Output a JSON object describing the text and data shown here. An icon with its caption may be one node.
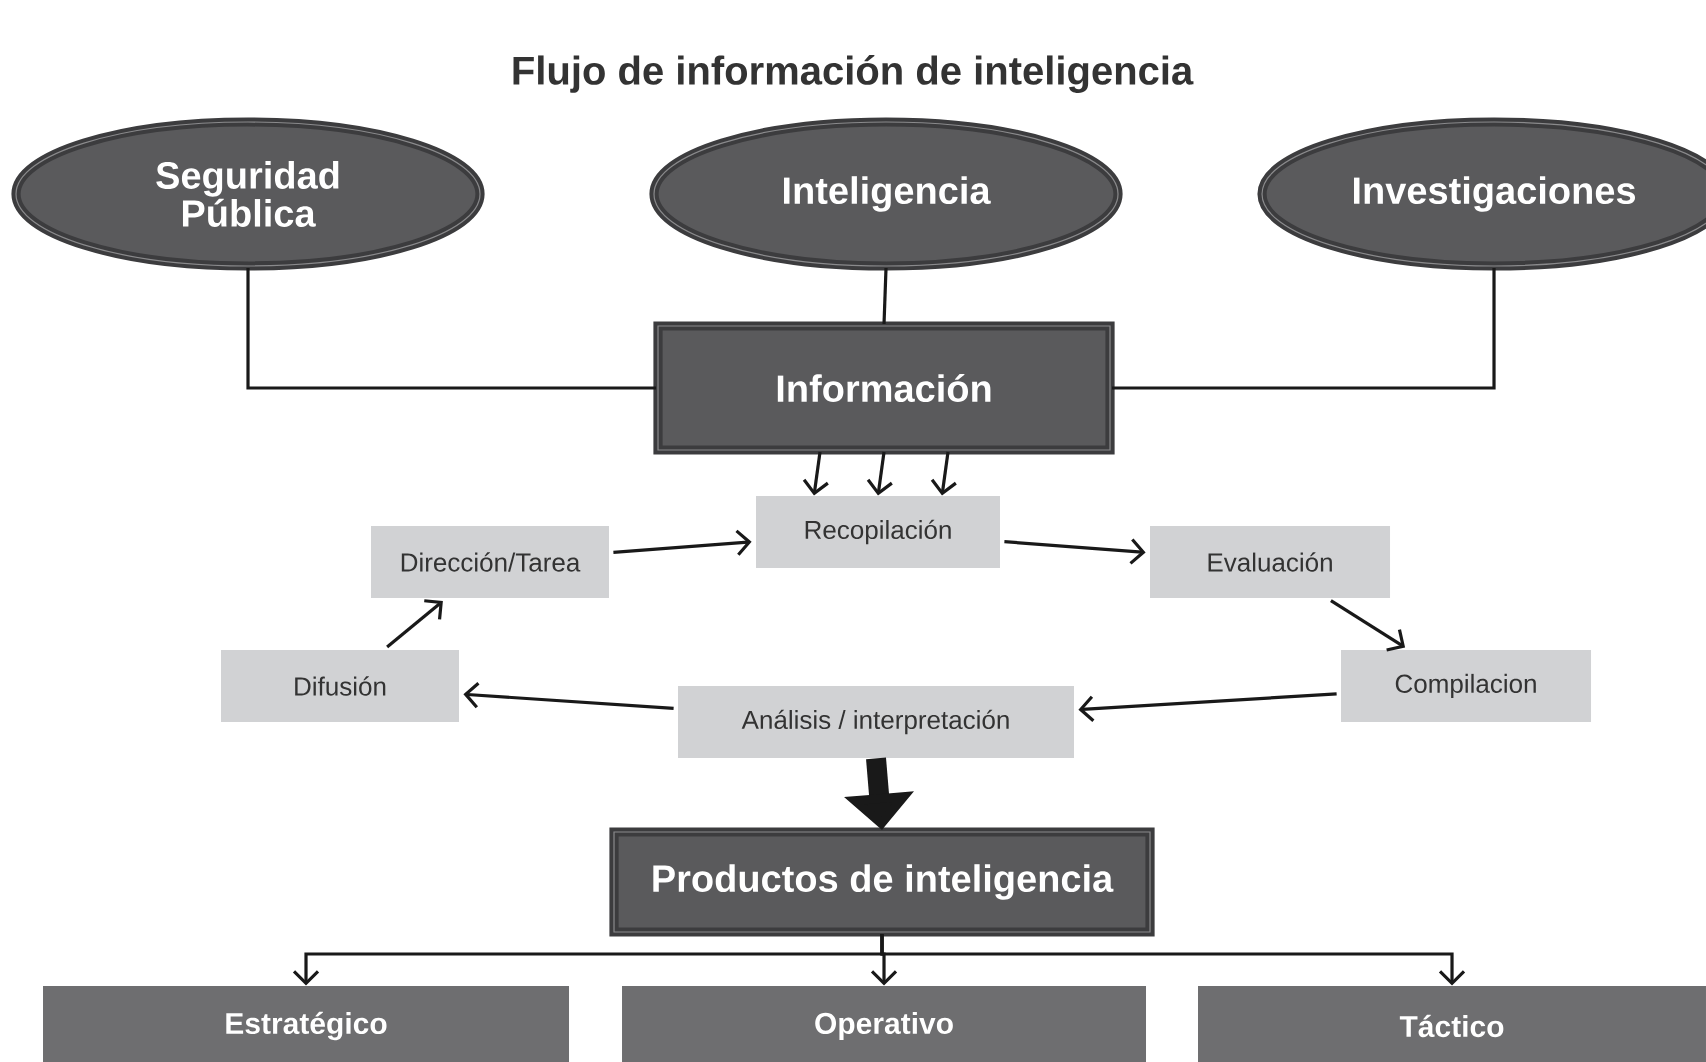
{
  "diagram": {
    "title": "Flujo de información de inteligencia",
    "nodes": [
      {
        "text": [
          "Seguridad Pública"
        ]
      },
      {
        "text": [
          "Inteligencia"
        ]
      },
      {
        "text": [
          "Investigaciones"
        ]
      },
      {
        "text": [
          "Información"
        ]
      },
      {
        "text": [
          "Recopilación"
        ]
      },
      {
        "text": [
          "Dirección/Tarea"
        ]
      },
      {
        "text": [
          "Evaluación"
        ]
      },
      {
        "text": [
          "Difusión"
        ]
      },
      {
        "text": [
          "Compilacion"
        ]
      },
      {
        "text": [
          "Análisis / interpretación"
        ]
      },
      {
        "text": [
          "Productos de inteligencia"
        ]
      },
      {
        "text": [
          "Estratégico"
        ]
      },
      {
        "text": [
          "Operativo"
        ]
      },
      {
        "text": [
          "Táctico"
        ]
      }
    ],
    "edges": [
      {
        "from": 0,
        "to": 3,
        "arrow": "none"
      },
      {
        "from": 1,
        "to": 3,
        "arrow": "none"
      },
      {
        "from": 2,
        "to": 3,
        "arrow": "none"
      },
      {
        "from": 3,
        "to": 4,
        "arrow": "to"
      },
      {
        "from": 3,
        "to": 4,
        "arrow": "to"
      },
      {
        "from": 3,
        "to": 4,
        "arrow": "to"
      },
      {
        "from": 5,
        "to": 4,
        "arrow": "to"
      },
      {
        "from": 4,
        "to": 6,
        "arrow": "to"
      },
      {
        "from": 6,
        "to": 8,
        "arrow": "to"
      },
      {
        "from": 8,
        "to": 9,
        "arrow": "to"
      },
      {
        "from": 9,
        "to": 7,
        "arrow": "to"
      },
      {
        "from": 7,
        "to": 5,
        "arrow": "to"
      },
      {
        "from": 9,
        "to": 10,
        "arrow": "to",
        "style": "thick"
      },
      {
        "from": 10,
        "to": 11,
        "arrow": "to"
      },
      {
        "from": 10,
        "to": 12,
        "arrow": "to"
      },
      {
        "from": 10,
        "to": 13,
        "arrow": "to"
      }
    ]
  }
}
